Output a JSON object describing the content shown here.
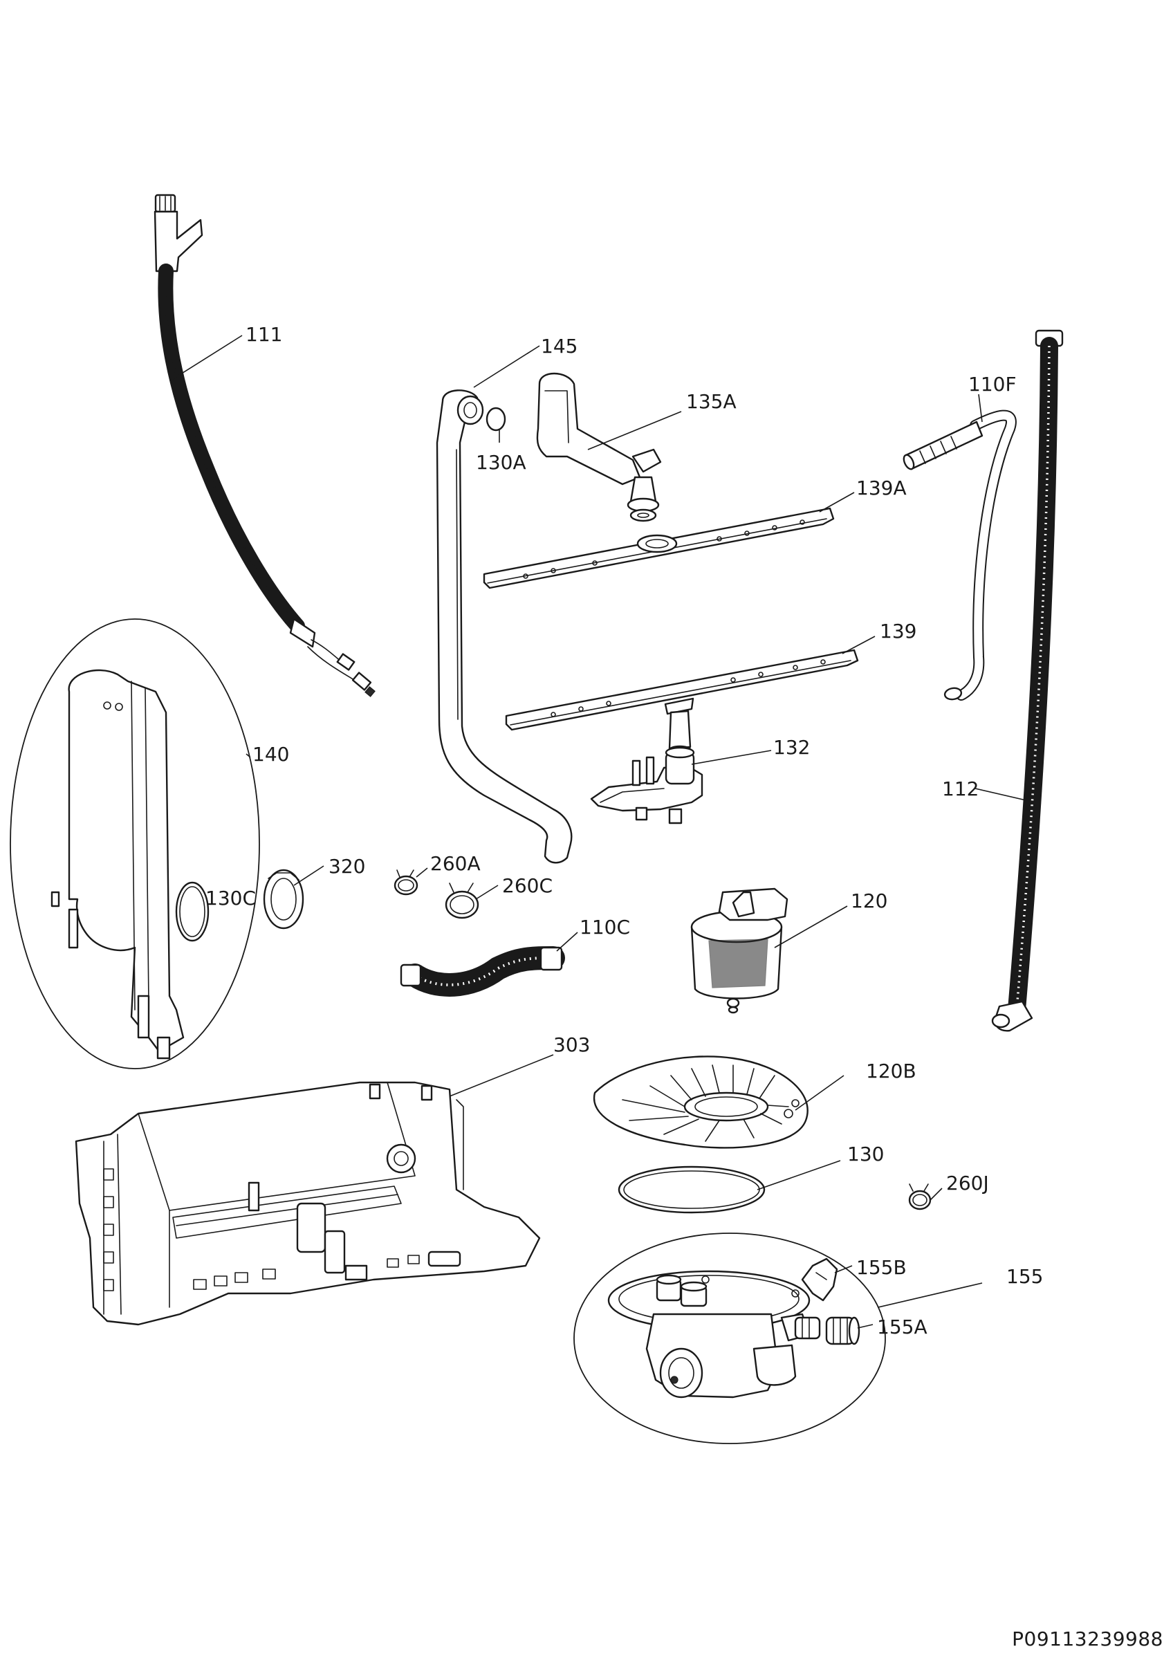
{
  "document_number": "P09113239988",
  "parts": [
    {
      "id": "111",
      "label": "111",
      "name": "inlet-hose"
    },
    {
      "id": "145",
      "label": "145",
      "name": "water-supply-pipe"
    },
    {
      "id": "135A",
      "label": "135A",
      "name": "upper-spray-arm-conduit"
    },
    {
      "id": "130A",
      "label": "130A",
      "name": "o-ring-small"
    },
    {
      "id": "110F",
      "label": "110F",
      "name": "hose-110f"
    },
    {
      "id": "139A",
      "label": "139A",
      "name": "upper-spray-arm"
    },
    {
      "id": "139",
      "label": "139",
      "name": "lower-spray-arm"
    },
    {
      "id": "132",
      "label": "132",
      "name": "spray-arm-support"
    },
    {
      "id": "112",
      "label": "112",
      "name": "drain-hose"
    },
    {
      "id": "140",
      "label": "140",
      "name": "side-conduit"
    },
    {
      "id": "320",
      "label": "320",
      "name": "seal-320"
    },
    {
      "id": "130C",
      "label": "130C",
      "name": "o-ring-130c"
    },
    {
      "id": "260A",
      "label": "260A",
      "name": "clamp-260a"
    },
    {
      "id": "260C",
      "label": "260C",
      "name": "clamp-260c"
    },
    {
      "id": "110C",
      "label": "110C",
      "name": "hose-110c"
    },
    {
      "id": "120",
      "label": "120",
      "name": "filter"
    },
    {
      "id": "303",
      "label": "303",
      "name": "base-frame"
    },
    {
      "id": "120B",
      "label": "120B",
      "name": "filter-plate"
    },
    {
      "id": "130",
      "label": "130",
      "name": "sump-gasket"
    },
    {
      "id": "260J",
      "label": "260J",
      "name": "clamp-260j"
    },
    {
      "id": "155B",
      "label": "155B",
      "name": "part-155b"
    },
    {
      "id": "155",
      "label": "155",
      "name": "sump-assembly"
    },
    {
      "id": "155A",
      "label": "155A",
      "name": "part-155a"
    }
  ]
}
